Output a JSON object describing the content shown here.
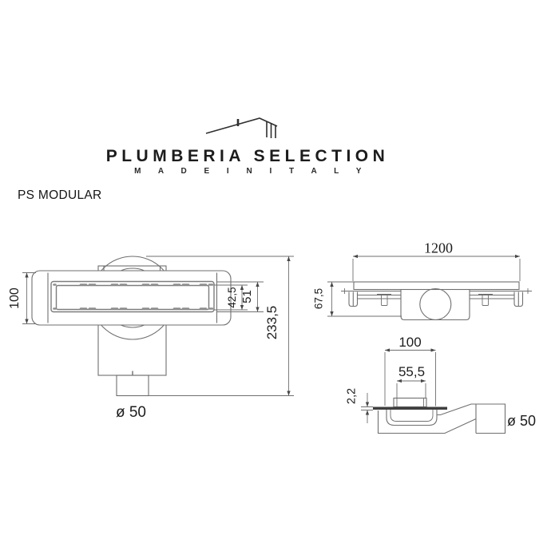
{
  "brand": {
    "name": "PLUMBERIA SELECTION",
    "tagline": "M A D E   I N   I T A L Y"
  },
  "product_title": "PS MODULAR",
  "drawing": {
    "top_view": {
      "width": "100",
      "slot_width": "42,5",
      "frame_width": "51",
      "total_length": "233,5",
      "outlet_diameter": "ø 50"
    },
    "front_view": {
      "length": "1200",
      "height": "67,5"
    },
    "side_view": {
      "body_width": "100",
      "grate_width": "55,5",
      "flange_thickness": "2,2",
      "outlet_diameter": "ø 50"
    }
  },
  "colors": {
    "background": "#ffffff",
    "line": "#6f6f6f",
    "dark_line": "#2f2f2f",
    "text": "#1d1d1d",
    "flange_fill": "#3f3f3f"
  }
}
